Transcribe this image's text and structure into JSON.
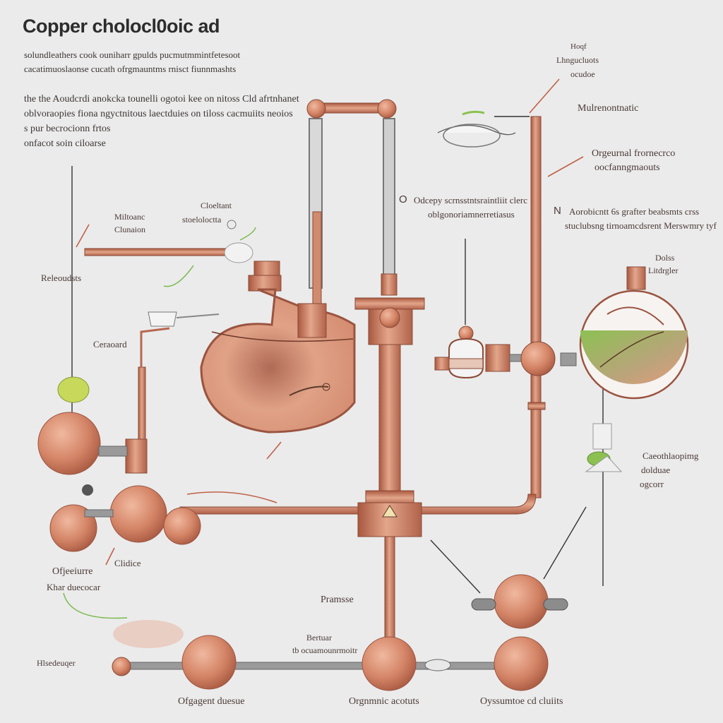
{
  "title": "Copper cholocl0oic ad",
  "intro": [
    "solundleathers  cook ouniharr gpulds pucmutmmintfetesoot",
    "cacatimuoslaonse cucath ofrgmauntms rnisct fiunnmashts"
  ],
  "body_text": [
    "the  the Aoudcrdi anokcka  tounelli ogotoi kee on nitoss  Cld afrtnhanet",
    "oblvoraopies fiona ngyctnitous  laectduies on tiloss  cacmuiits neoios",
    "s pur becrocionn frtos",
    "onfacot soin ciloarse"
  ],
  "labels": {
    "micro": "Miltoanc",
    "mod_line2": "Clunaion",
    "coolant": "Cloeltant",
    "coolant2": "stoeloloctta",
    "reaction": "Releoudsts",
    "gauge": "Ceraoard",
    "o_label": "O",
    "o_text1": "Odcepy scrnsstntsraintliit clerc",
    "o_text2": "oblgonoriamnerretiasus",
    "top_right1": "Hoqf",
    "top_right2": "Lhngucluots",
    "top_right3": "ocudoe",
    "mech": "Mulrenontnatic",
    "oxygen_right1": "Orgeurnal  frornecrco",
    "oxygen_right2": "oocfanngmaouts",
    "n_label": "N",
    "n_text1": "Aorobicntt  6s  grafter beabsmts  crss",
    "n_text2": "stuclubsng tirnoamcdsrent Merswmry tyf",
    "bulb1": "Dolss",
    "bulb2": "Litdrgler",
    "right_low1": "Caeothlaopimg",
    "right_low2": "dolduae",
    "right_low3": "ogcorr",
    "bottom_left1": "Ofjeeiurre",
    "bottom_left2": "Khar duecocar",
    "center_small": "Clidice",
    "pramse": "Pramsse",
    "hydrogen": "Hlsedeuqer",
    "bertus1": "Bertuar",
    "bertus2": "tb ocuamounrmoitr",
    "bottom1": "Ofgagent  duesue",
    "bottom2": "Orgnmnic  acotuts",
    "bottom3": "Oyssumtoe  cd  cluiits"
  },
  "colors": {
    "copper": "#c77a5c",
    "copper_dark": "#9a5440",
    "copper_light": "#e2a489",
    "pipe_grey": "#8d8d8d",
    "green": "#8cc152",
    "background": "#ebebeb"
  },
  "icons": [
    "reaction-flask-icon",
    "condenser-column-icon",
    "pressure-gauge-icon",
    "valve-icon",
    "bulb-flask-icon",
    "sphere-vessel-icon",
    "warning-triangle-icon"
  ]
}
